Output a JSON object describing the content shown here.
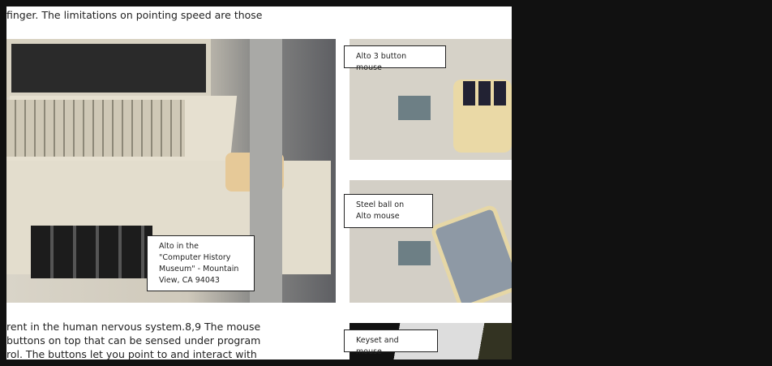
{
  "article": {
    "top_partial_line": "",
    "top_line": "finger. The limitations on pointing speed are those",
    "bottom_lines": [
      "rent in the human nervous system.8,9 The mouse",
      "buttons on top that can be sensed under program",
      "rol. The buttons let you point to and interact with"
    ]
  },
  "figures": [
    {
      "caption": "Alto in the \"Computer History Museum\" - Mountain View, CA 94043"
    },
    {
      "caption": "Alto 3 button mouse"
    },
    {
      "caption": "Steel ball on Alto mouse"
    },
    {
      "caption": "Keyset and mouse"
    }
  ]
}
